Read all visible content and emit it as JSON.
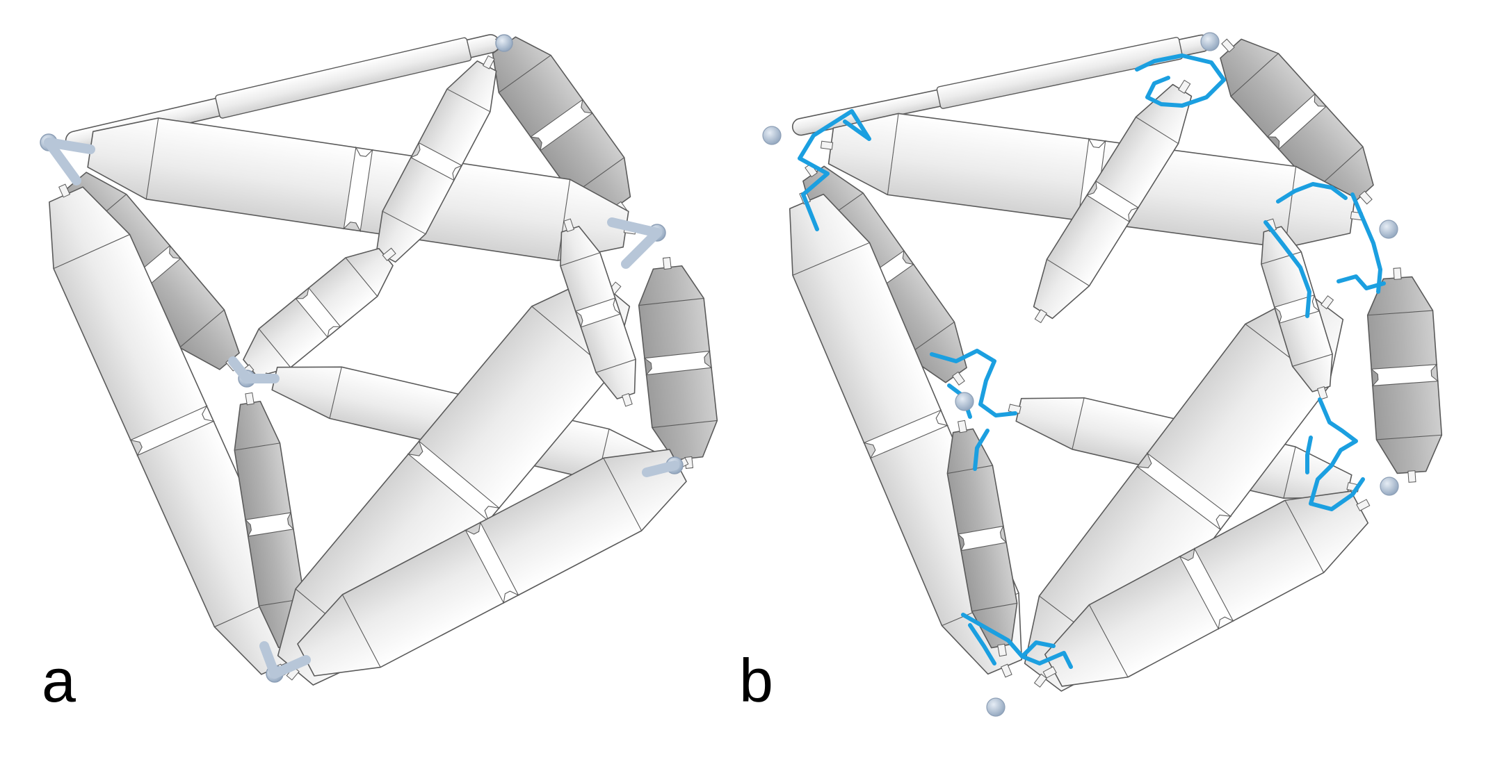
{
  "figure": {
    "panels": [
      {
        "id": "a",
        "label": "a"
      },
      {
        "id": "b",
        "label": "b"
      }
    ]
  },
  "colors": {
    "background": "#ffffff",
    "strut_light": "#f1f1f1",
    "strut_shade": "#d6d6d6",
    "strut_dark": "#b7b7b7",
    "outline": "#5a5a5a",
    "joint": "#b7c6d8",
    "joint_dark": "#8d9fb6",
    "fold_lines": "#1b9fe0",
    "node_sphere": "#a8b9cc"
  }
}
